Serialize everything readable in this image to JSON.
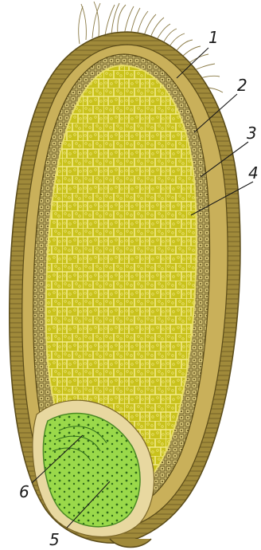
{
  "diagram": {
    "callouts": [
      {
        "id": "1",
        "label": "1"
      },
      {
        "id": "2",
        "label": "2"
      },
      {
        "id": "3",
        "label": "3"
      },
      {
        "id": "4",
        "label": "4"
      },
      {
        "id": "5",
        "label": "5"
      },
      {
        "id": "6",
        "label": "6"
      }
    ],
    "colors": {
      "pericarp": "#a08a3a",
      "pericarp_dark": "#6f5e22",
      "seed_coat": "#c9b05a",
      "aleurone_layer": "#d8c77a",
      "endosperm": "#c9c21c",
      "endosperm_cell_line": "#f3ea8a",
      "embryo": "#9ad94a",
      "scutellum": "#e8d8a0",
      "embryo_dots": "#2e6b1a",
      "hairs": "#ffffff"
    }
  }
}
